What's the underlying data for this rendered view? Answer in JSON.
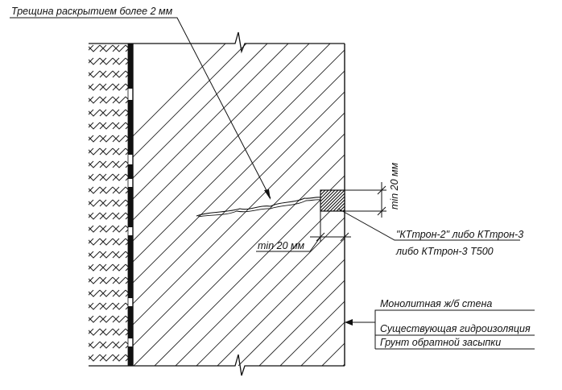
{
  "annotations": {
    "crack": "Трещина раскрытием более 2 мм",
    "dim_vertical": "min 20 мм",
    "dim_horizontal": "min 20 мм",
    "material_line1": "\"КТтрон-2\" либо КТтрон-3",
    "material_line2": "либо КТтрон-3 Т500"
  },
  "legend": {
    "items": [
      "Монолитная ж/б стена",
      "Существующая гидроизоляция",
      "Грунт обратной засыпки"
    ]
  }
}
